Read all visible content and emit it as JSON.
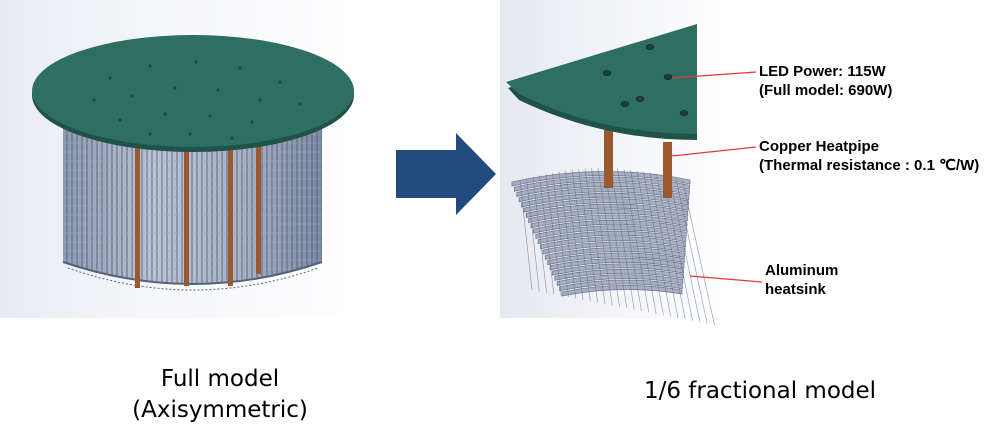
{
  "full_model": {
    "caption_line1": "Full model",
    "caption_line2": "(Axisymmetric)"
  },
  "fractional_model": {
    "caption": "1/6 fractional model",
    "callouts": {
      "led_power": "LED Power: 115W",
      "led_full": "(Full model: 690W)",
      "heatpipe": "Copper Heatpipe",
      "heatpipe_resistance": "(Thermal resistance : 0.1 ℃/W)",
      "aluminum": "Aluminum",
      "heatsink": "heatsink"
    }
  },
  "colors": {
    "pcb": "#2d6f62",
    "heatpipe": "#9a5a2e",
    "fins": "#5c6a86",
    "arrow": "#224a7d",
    "callout_line": "#e23a3a"
  }
}
